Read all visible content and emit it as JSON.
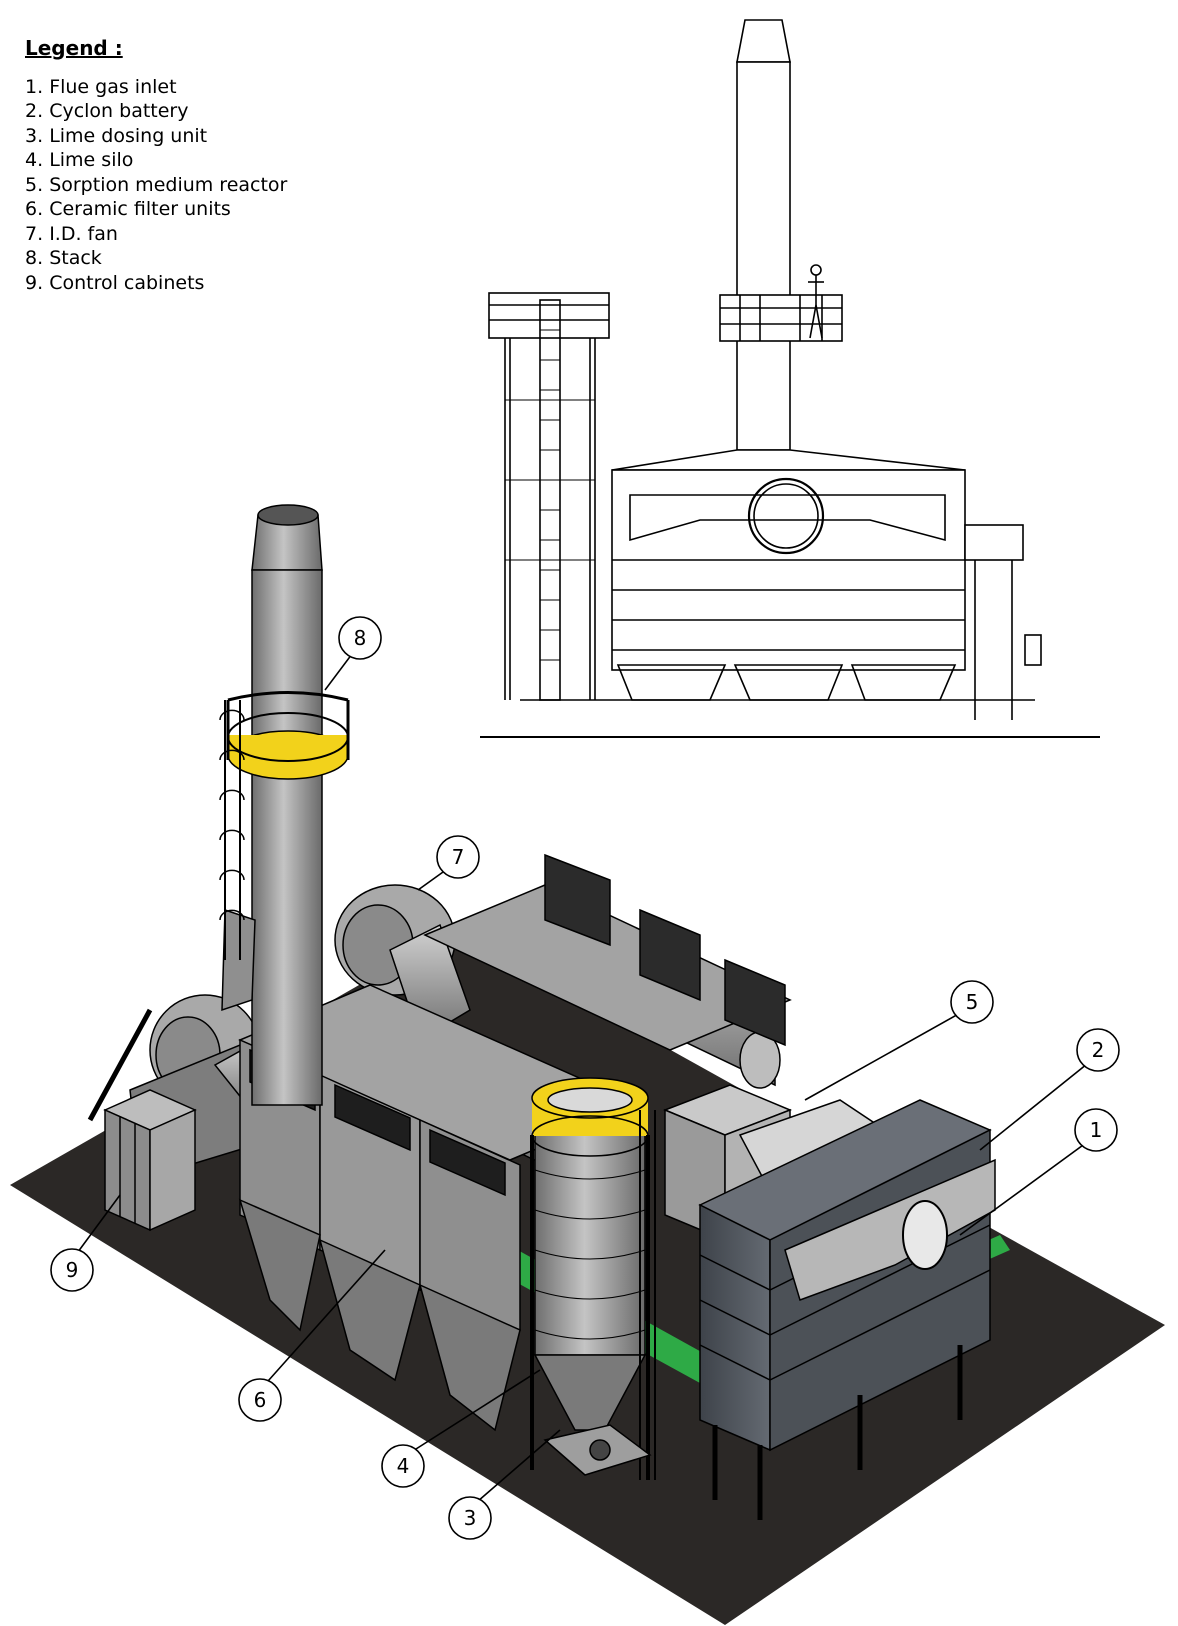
{
  "legend": {
    "title": "Legend :",
    "items": [
      {
        "num": "1",
        "label": "Flue gas inlet"
      },
      {
        "num": "2",
        "label": "Cyclon battery"
      },
      {
        "num": "3",
        "label": "Lime dosing unit"
      },
      {
        "num": "4",
        "label": "Lime  silo"
      },
      {
        "num": "5",
        "label": "Sorption medium reactor"
      },
      {
        "num": "6",
        "label": "Ceramic filter units"
      },
      {
        "num": "7",
        "label": "I.D. fan"
      },
      {
        "num": "8",
        "label": "Stack"
      },
      {
        "num": "9",
        "label": "Control cabinets"
      }
    ]
  },
  "callouts": [
    "1",
    "2",
    "3",
    "4",
    "5",
    "6",
    "7",
    "8",
    "9"
  ],
  "colors": {
    "ground": "#2b2826",
    "steel_gray": "#9a9a9a",
    "dark_steel": "#55595f",
    "safety_yellow": "#f2d21b",
    "green_accent": "#2fb84a",
    "line": "#000000"
  }
}
